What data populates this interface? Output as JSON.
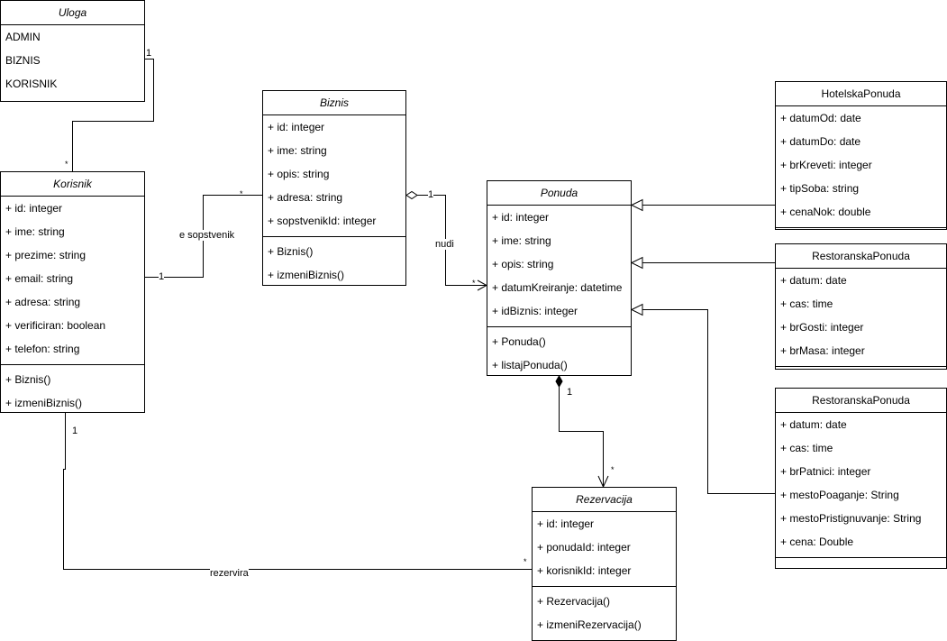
{
  "classes": {
    "uloga": {
      "name": "Uloga",
      "values": [
        "ADMIN",
        "BIZNIS",
        "KORISNIK"
      ]
    },
    "korisnik": {
      "name": "Korisnik",
      "attributes": [
        "+ id: integer",
        "+ ime: string",
        "+ prezime: string",
        "+ email: string",
        "+ adresa: string",
        "+ verificiran: boolean",
        "+ telefon: string"
      ],
      "methods": [
        "+ Biznis()",
        "+ izmeniBiznis()"
      ]
    },
    "biznis": {
      "name": "Biznis",
      "attributes": [
        "+ id: integer",
        "+ ime: string",
        "+ opis: string",
        "+ adresa: string",
        "+ sopstvenikId: integer"
      ],
      "methods": [
        "+ Biznis()",
        "+ izmeniBiznis()"
      ]
    },
    "ponuda": {
      "name": "Ponuda",
      "attributes": [
        "+ id: integer",
        "+ ime: string",
        "+ opis: string",
        "+ datumKreiranje: datetime",
        "+ idBiznis: integer"
      ],
      "methods": [
        "+ Ponuda()",
        "+ listajPonuda()"
      ]
    },
    "hotelska": {
      "name": "HotelskaPonuda",
      "attributes": [
        "+ datumOd: date",
        "+ datumDo: date",
        "+ brKreveti: integer",
        "+ tipSoba: string",
        "+ cenaNok: double"
      ]
    },
    "restoranska1": {
      "name": "RestoranskaPonuda",
      "attributes": [
        "+ datum: date",
        "+ cas: time",
        "+ brGosti: integer",
        "+ brMasa: integer"
      ]
    },
    "restoranska2": {
      "name": "RestoranskaPonuda",
      "attributes": [
        "+ datum: date",
        "+ cas: time",
        "+ brPatnici: integer",
        "+ mestoPoaganje: String",
        "+ mestoPristignuvanje: String",
        "+ cena: Double"
      ]
    },
    "rezervacija": {
      "name": "Rezervacija",
      "attributes": [
        "+ id: integer",
        "+ ponudaId: integer",
        "+ korisnikId: integer"
      ],
      "methods": [
        "+ Rezervacija()",
        "+ izmeniRezervacija()"
      ]
    }
  },
  "relations": {
    "uloga_korisnik": {
      "source_mult": "1",
      "target_mult": "*"
    },
    "korisnik_biznis": {
      "label": "e sopstvenik",
      "source_mult": "1",
      "target_mult": "*"
    },
    "biznis_ponuda": {
      "label": "nudi",
      "source_mult": "1",
      "target_mult": "*"
    },
    "ponuda_rezervacija": {
      "source_mult": "1",
      "target_mult": "*"
    },
    "korisnik_rezervacija": {
      "label": "rezervira",
      "source_mult": "1",
      "target_mult": "*"
    }
  }
}
